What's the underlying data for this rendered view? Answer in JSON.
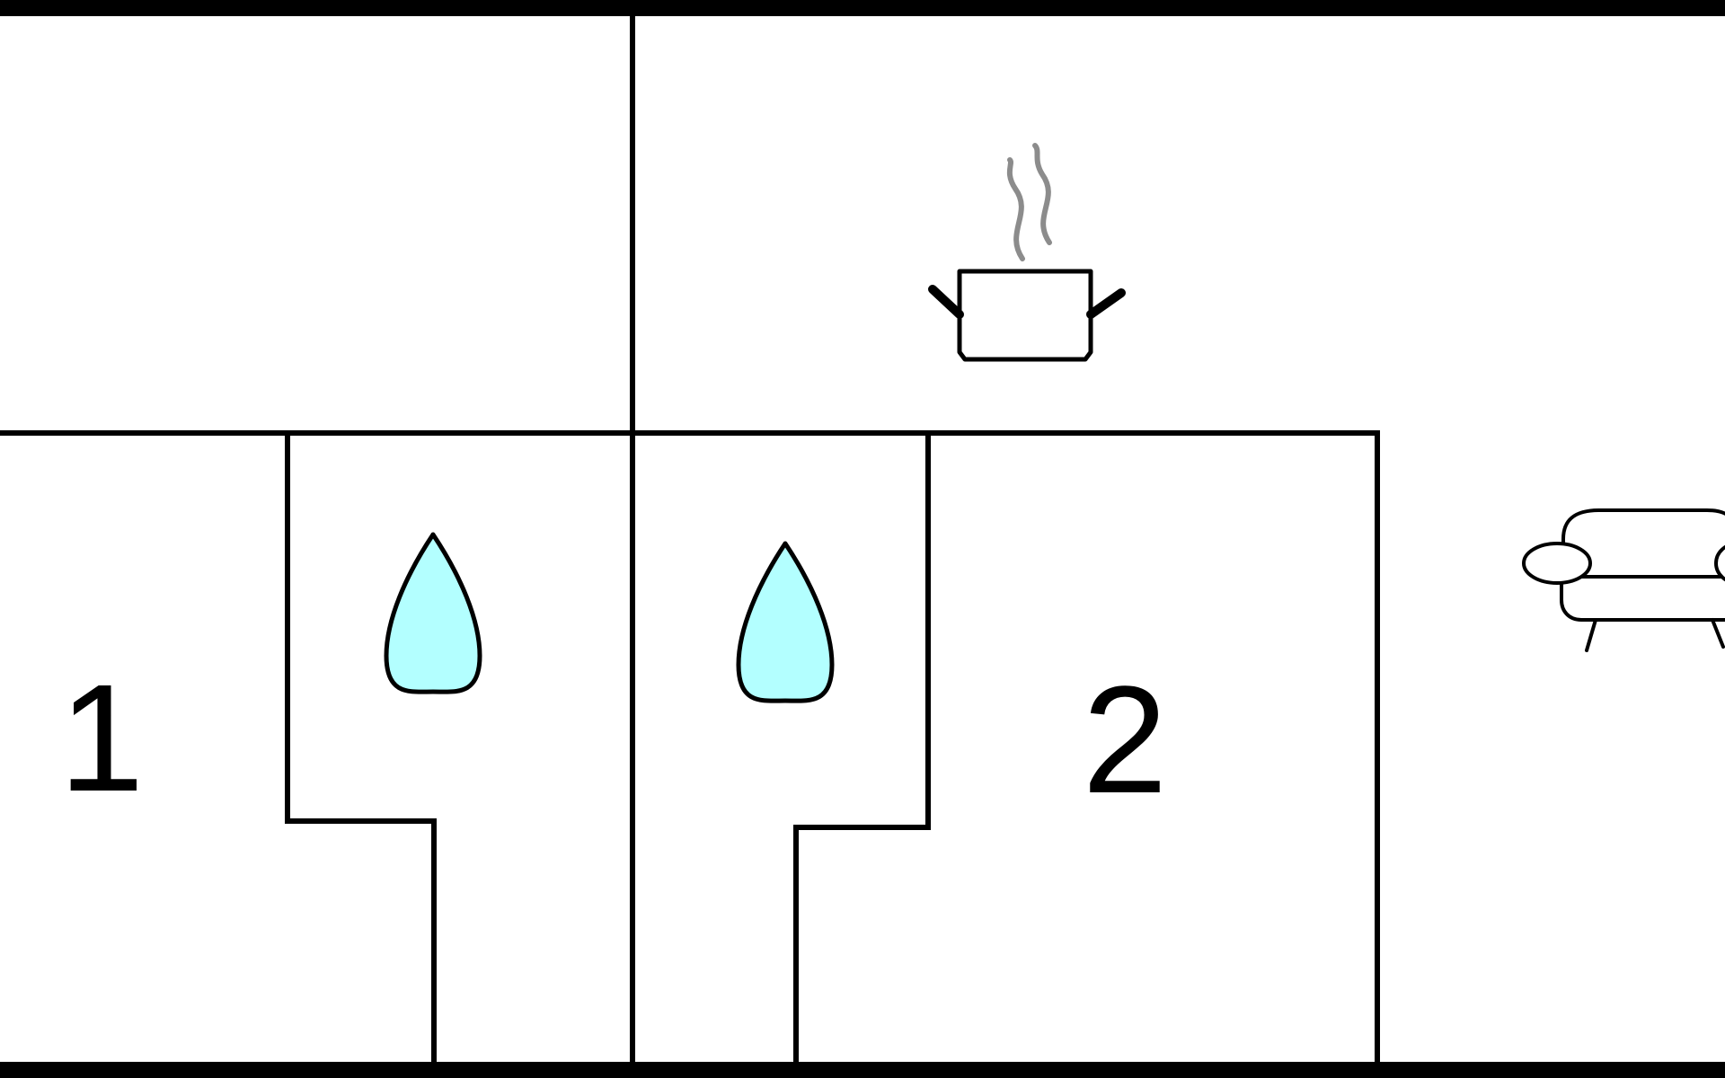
{
  "rooms": [
    {
      "id": "bedroom-1",
      "label": "1"
    },
    {
      "id": "bedroom-2",
      "label": "2"
    }
  ],
  "icons": {
    "kitchen": "cooking-pot-icon",
    "bathroom_1": "water-drop-icon",
    "bathroom_2": "water-drop-icon",
    "living_room": "sofa-icon"
  },
  "colors": {
    "wall": "#000000",
    "water_drop_fill": "#b3ffff",
    "steam": "#8c8c8c",
    "background": "#ffffff"
  }
}
